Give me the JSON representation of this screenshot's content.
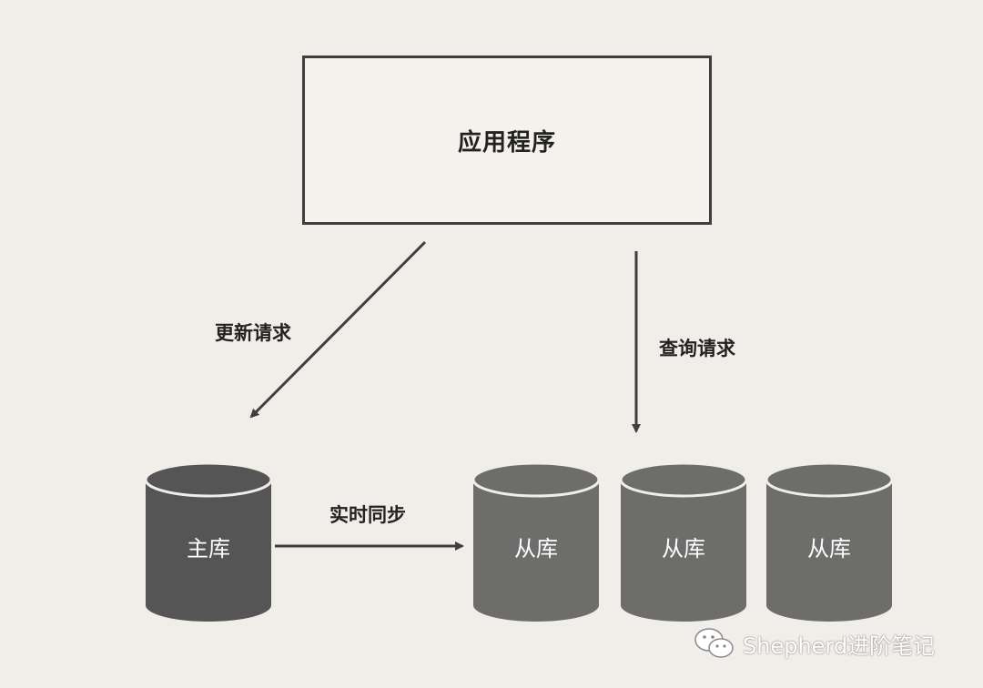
{
  "app": {
    "label": "应用程序"
  },
  "edges": {
    "update": "更新请求",
    "query": "查询请求",
    "sync": "实时同步"
  },
  "databases": {
    "master": {
      "label": "主库",
      "color": "#555555"
    },
    "slaves": [
      {
        "label": "从库",
        "color": "#6d6d6b"
      },
      {
        "label": "从库",
        "color": "#6d6d6b"
      },
      {
        "label": "从库",
        "color": "#6d6d6b"
      }
    ]
  },
  "watermark": {
    "text": "Shepherd进阶笔记",
    "icon": "wechat-icon"
  },
  "colors": {
    "background": "#f1ede8",
    "stroke": "#3f3f3f"
  }
}
